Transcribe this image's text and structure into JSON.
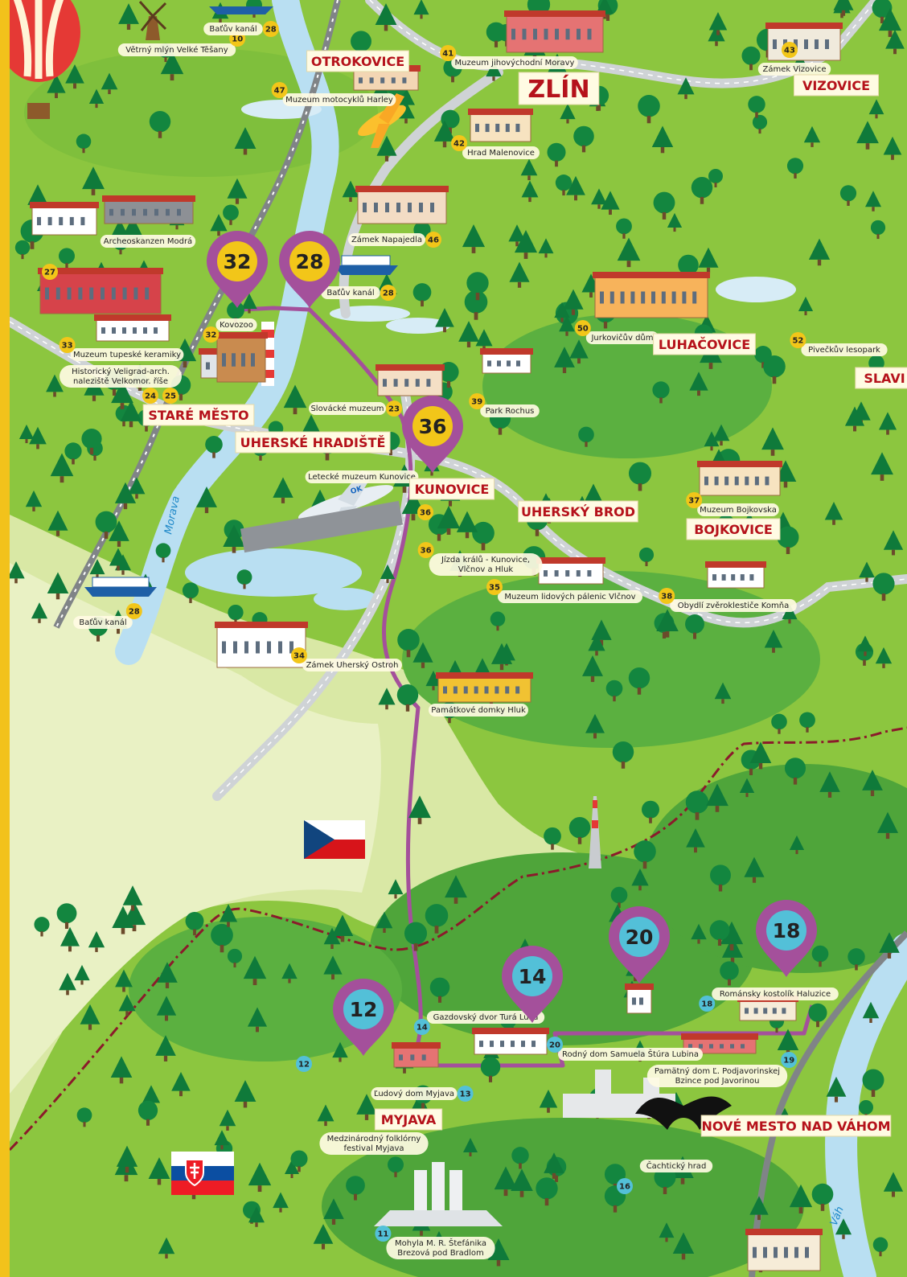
{
  "map": {
    "colors": {
      "land_green": "#8cc63f",
      "lowland": "#d9e8a5",
      "plain": "#e9f1c4",
      "hill": "#4fa53a",
      "forest": "#0f7a3a",
      "river": "#b9dff2",
      "road": "#cfd3d6",
      "railway": "#808487",
      "route": "#a4509b",
      "border": "#8b1a2b",
      "town_label_bg": "#fffbe3",
      "town_label_text": "#b5121b",
      "cz_badge": "#f2c619",
      "sk_badge": "#53c0d8",
      "frame": "#f2c21b"
    },
    "icons": {
      "pin": "map-pin-icon",
      "windmill": "windmill-icon",
      "balloon": "hot-air-balloon-icon",
      "plane": "airplane-icon",
      "boat": "boat-icon",
      "cyclist": "cyclist-icon",
      "castle": "castle-icon",
      "flag_cz": "czech-flag-icon",
      "flag_sk": "slovak-flag-icon"
    },
    "towns": [
      {
        "id": "otrokovice",
        "name": "OTROKOVICE"
      },
      {
        "id": "zlin",
        "name": "ZLÍN"
      },
      {
        "id": "vizovice",
        "name": "VIZOVICE"
      },
      {
        "id": "luhacovice",
        "name": "LUHAČOVICE"
      },
      {
        "id": "slavicin",
        "name": "SLAVI"
      },
      {
        "id": "stare-mesto",
        "name": "STARÉ MĚSTO"
      },
      {
        "id": "uherske-hradiste",
        "name": "UHERSKÉ HRADIŠTĚ"
      },
      {
        "id": "kunovice",
        "name": "KUNOVICE"
      },
      {
        "id": "uhersky-brod",
        "name": "UHERSKÝ BROD"
      },
      {
        "id": "bojkovice",
        "name": "BOJKOVICE"
      },
      {
        "id": "myjava",
        "name": "MYJAVA"
      },
      {
        "id": "nove-mesto",
        "name": "NOVÉ MESTO NAD VÁHOM"
      }
    ],
    "places": [
      {
        "id": "p10",
        "num": "10",
        "name": "Větrný mlýn Velké Těšany",
        "country": "cz"
      },
      {
        "id": "p28a",
        "num": "28",
        "name": "Baťův kanál",
        "country": "cz"
      },
      {
        "id": "p41",
        "num": "41",
        "name": "Muzeum jihovýchodní Moravy",
        "country": "cz"
      },
      {
        "id": "p43",
        "num": "43",
        "name": "Zámek Vizovice",
        "country": "cz"
      },
      {
        "id": "p47",
        "num": "47",
        "name": "Muzeum motocyklů Harley",
        "country": "cz"
      },
      {
        "id": "p42",
        "num": "42",
        "name": "Hrad Malenovice",
        "country": "cz"
      },
      {
        "id": "parch",
        "num": "",
        "name": "Archeoskanzen Modrá",
        "country": "cz"
      },
      {
        "id": "p46",
        "num": "46",
        "name": "Zámek Napajedla",
        "country": "cz"
      },
      {
        "id": "p27",
        "num": "27",
        "name": "",
        "country": "cz"
      },
      {
        "id": "p28b",
        "num": "28",
        "name": "Baťův kanál",
        "country": "cz"
      },
      {
        "id": "p32",
        "num": "32",
        "name": "Kovozoo",
        "country": "cz"
      },
      {
        "id": "p33",
        "num": "33",
        "name": "Muzeum tupeské keramiky",
        "country": "cz"
      },
      {
        "id": "pvel",
        "num": "",
        "name": "Historický Veligrad-arch. naleziště Velkomor. říše",
        "country": "cz"
      },
      {
        "id": "p24",
        "num": "24",
        "name": "",
        "country": "cz"
      },
      {
        "id": "p25",
        "num": "25",
        "name": "",
        "country": "cz"
      },
      {
        "id": "p50",
        "num": "50",
        "name": "Jurkovičův dům",
        "country": "cz"
      },
      {
        "id": "p52",
        "num": "52",
        "name": "Pivečkův lesopark",
        "country": "cz"
      },
      {
        "id": "p23",
        "num": "23",
        "name": "Slovácké muzeum",
        "country": "cz"
      },
      {
        "id": "p39",
        "num": "39",
        "name": "Park Rochus",
        "country": "cz"
      },
      {
        "id": "plet",
        "num": "",
        "name": "Letecké muzeum Kunovice",
        "country": "cz"
      },
      {
        "id": "p36a",
        "num": "36",
        "name": "",
        "country": "cz"
      },
      {
        "id": "p37",
        "num": "37",
        "name": "Muzeum Bojkovska",
        "country": "cz"
      },
      {
        "id": "p36b",
        "num": "36",
        "name": "Jízda králů - Kunovice, Vlčnov a Hluk",
        "country": "cz"
      },
      {
        "id": "p35",
        "num": "35",
        "name": "Muzeum lidových pálenic Vlčnov",
        "country": "cz"
      },
      {
        "id": "p38",
        "num": "38",
        "name": "Obydlí zvěroklestiče Komňa",
        "country": "cz"
      },
      {
        "id": "p28c",
        "num": "28",
        "name": "Baťův kanál",
        "country": "cz"
      },
      {
        "id": "p34",
        "num": "34",
        "name": "Zámek Uherský Ostroh",
        "country": "cz"
      },
      {
        "id": "phluk",
        "num": "",
        "name": "Památkové domky Hluk",
        "country": "cz"
      },
      {
        "id": "p14",
        "num": "14",
        "name": "Gazdovský dvor Turá Lúka",
        "country": "sk"
      },
      {
        "id": "p20",
        "num": "20",
        "name": "Rodný dom Samuela Štúra Lubina",
        "country": "sk"
      },
      {
        "id": "p18",
        "num": "18",
        "name": "Románsky kostolík Haluzice",
        "country": "sk"
      },
      {
        "id": "p19",
        "num": "19",
        "name": "Pamätný dom Ľ. Podjavorinskej Bzince pod Javorinou",
        "country": "sk"
      },
      {
        "id": "p12",
        "num": "12",
        "name": "",
        "country": "sk"
      },
      {
        "id": "p13",
        "num": "13",
        "name": "Ľudový dom Myjava",
        "country": "sk"
      },
      {
        "id": "pfest",
        "num": "",
        "name": "Medzinárodný folklórny festival Myjava",
        "country": "sk"
      },
      {
        "id": "pcach",
        "num": "",
        "name": "Čachtický hrad",
        "country": "sk"
      },
      {
        "id": "p16",
        "num": "16",
        "name": "",
        "country": "sk"
      },
      {
        "id": "p11",
        "num": "11",
        "name": "Mohyla M. R. Štefánika Brezová pod Bradlom",
        "country": "sk"
      }
    ],
    "route_pins": [
      {
        "id": "pin32",
        "num": "32",
        "country": "cz"
      },
      {
        "id": "pin28",
        "num": "28",
        "country": "cz"
      },
      {
        "id": "pin36",
        "num": "36",
        "country": "cz"
      },
      {
        "id": "pin12",
        "num": "12",
        "country": "sk"
      },
      {
        "id": "pin14",
        "num": "14",
        "country": "sk"
      },
      {
        "id": "pin20",
        "num": "20",
        "country": "sk"
      },
      {
        "id": "pin18",
        "num": "18",
        "country": "sk"
      }
    ],
    "rivers": [
      {
        "id": "morava",
        "name": "Morava"
      },
      {
        "id": "vah",
        "name": "Váh"
      }
    ]
  }
}
